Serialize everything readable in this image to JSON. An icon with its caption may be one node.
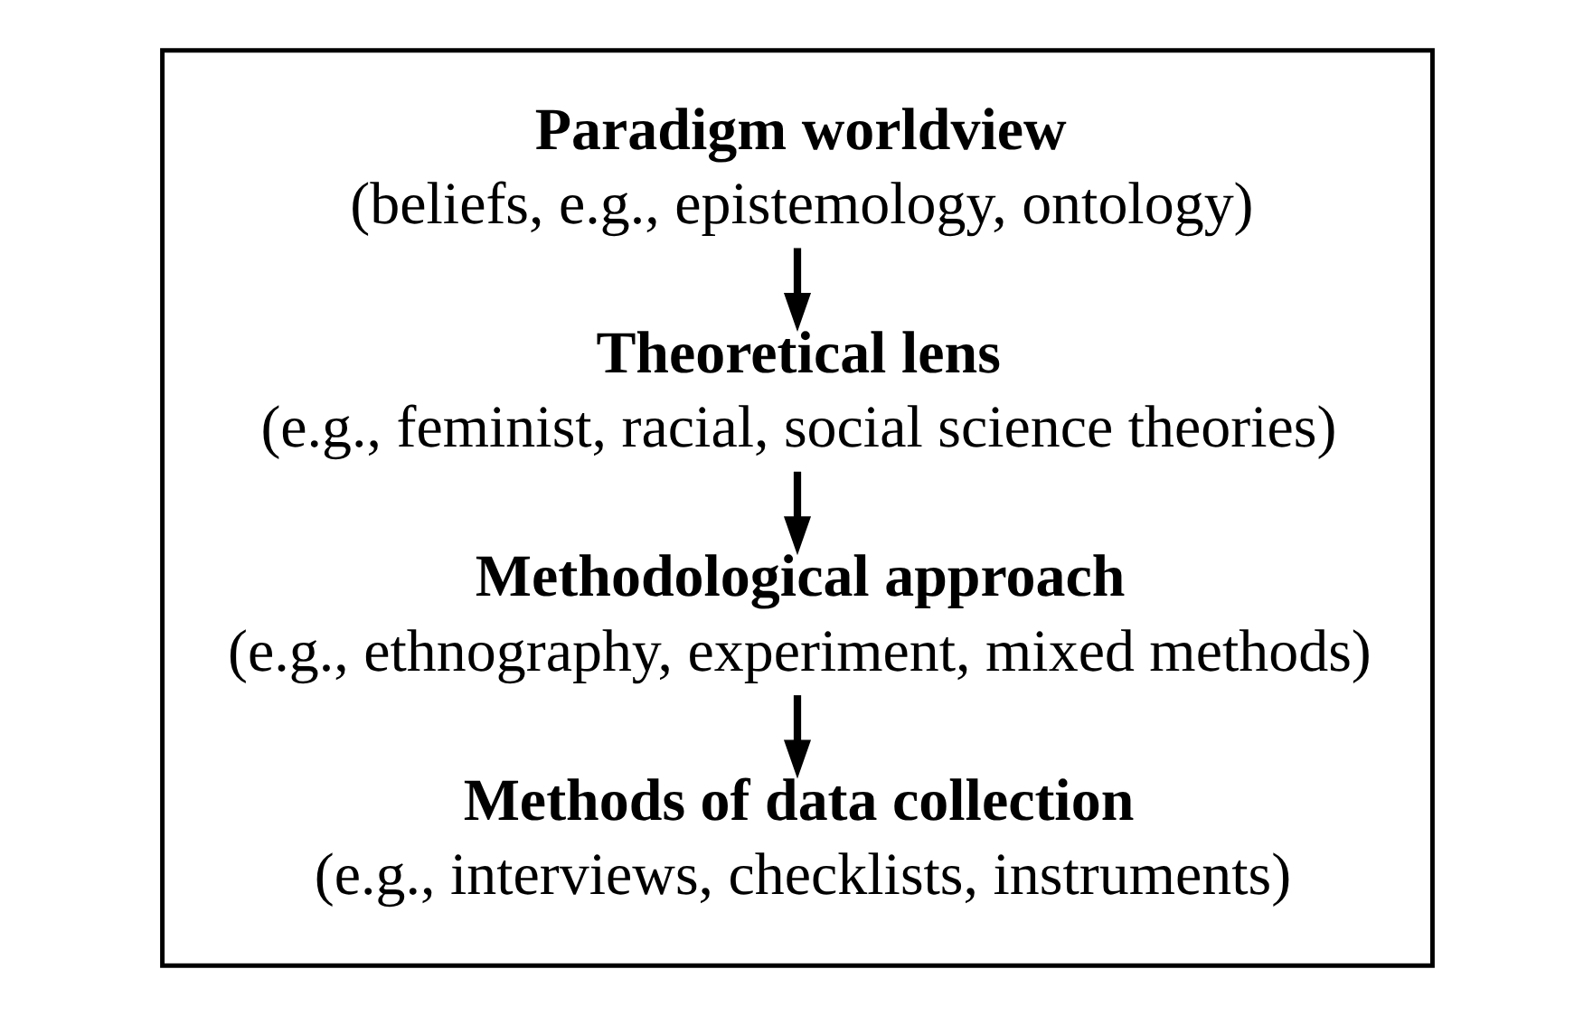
{
  "diagram": {
    "nodes": [
      {
        "text": [],
        "shape": "box"
      },
      {
        "text": [
          "Paradigm worldview",
          "(beliefs, e.g., epistemology, ontology)"
        ],
        "in": 0
      },
      {
        "text": [
          "Theoretical lens",
          "(e.g., feminist, racial, social science theories)"
        ],
        "in": 0
      },
      {
        "text": [
          "Methodological approach",
          "(e.g., ethnography, experiment, mixed methods)"
        ],
        "in": 0
      },
      {
        "text": [
          "Methods of data collection",
          "(e.g., interviews, checklists, instruments)"
        ],
        "in": 0
      }
    ],
    "edges": [
      {
        "from": 1,
        "to": 2,
        "arrow": "to"
      },
      {
        "from": 2,
        "to": 3,
        "arrow": "to"
      },
      {
        "from": 3,
        "to": 4,
        "arrow": "to"
      }
    ]
  }
}
